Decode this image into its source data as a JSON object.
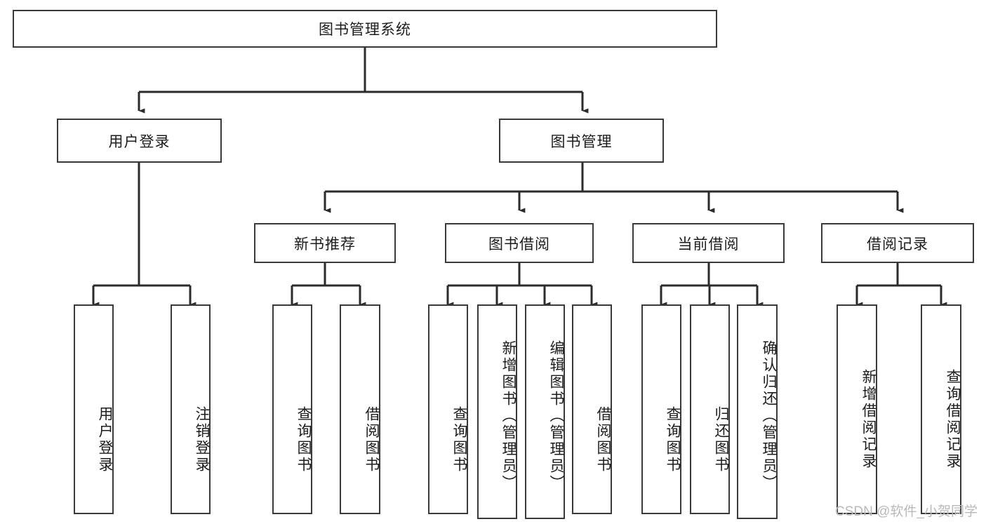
{
  "diagram": {
    "title": "图书管理系统",
    "type": "hierarchy-tree",
    "watermark": "CSDN @软件_小贺同学",
    "colors": {
      "box_border": "#3a3a3a",
      "box_fill": "#ffffff",
      "connector": "#2b2b2b",
      "text": "#1c1c1c",
      "watermark": "#b9b9b9"
    },
    "root": {
      "label": "图书管理系统"
    },
    "level1": [
      {
        "label": "用户登录"
      },
      {
        "label": "图书管理"
      }
    ],
    "level2": [
      {
        "label": "新书推荐"
      },
      {
        "label": "图书借阅"
      },
      {
        "label": "当前借阅"
      },
      {
        "label": "借阅记录"
      }
    ],
    "leaves": {
      "user_login": [
        {
          "label": "用户登录"
        },
        {
          "label": "注销登录"
        }
      ],
      "new_book_recommend": [
        {
          "label": "查询图书"
        },
        {
          "label": "借阅图书"
        }
      ],
      "book_borrow": [
        {
          "label": "查询图书"
        },
        {
          "label": "新增图书（管理员）"
        },
        {
          "label": "编辑图书（管理员）"
        },
        {
          "label": "借阅图书"
        }
      ],
      "current_borrow": [
        {
          "label": "查询图书"
        },
        {
          "label": "归还图书"
        },
        {
          "label": "确认归还（管理员）"
        }
      ],
      "borrow_record": [
        {
          "label": "新增借阅记录"
        },
        {
          "label": "查询借阅记录"
        }
      ]
    }
  }
}
